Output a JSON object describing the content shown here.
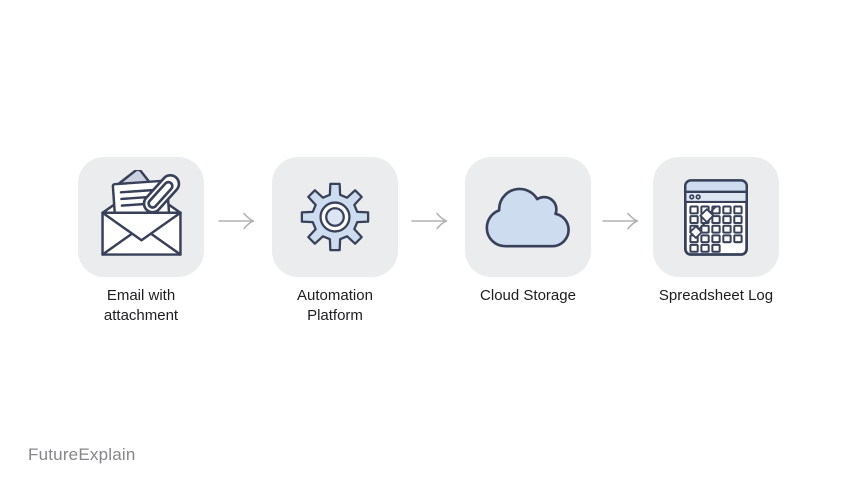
{
  "brand": {
    "name": "FutureExplain"
  },
  "flow": {
    "steps": [
      {
        "id": "email",
        "label": "Email with\nattachment",
        "icon": "email-attachment-icon"
      },
      {
        "id": "automation",
        "label": "Automation\nPlatform",
        "icon": "gear-icon"
      },
      {
        "id": "cloud",
        "label": "Cloud Storage",
        "icon": "cloud-icon"
      },
      {
        "id": "spreadsheet",
        "label": "Spreadsheet Log",
        "icon": "spreadsheet-grid-icon"
      }
    ],
    "connector_icon": "arrow-right-icon"
  },
  "colors": {
    "page_background": "#ffffff",
    "card_background": "#ebeced",
    "icon_outline": "#39415a",
    "icon_fill_blue": "#cddcef",
    "icon_fill_light_blue": "#dde7f4",
    "icon_fill_lavender": "#ccd1e0",
    "arrow": "#b4b4b8",
    "label_text": "#1d1d1f",
    "brand_text": "#86868a"
  }
}
